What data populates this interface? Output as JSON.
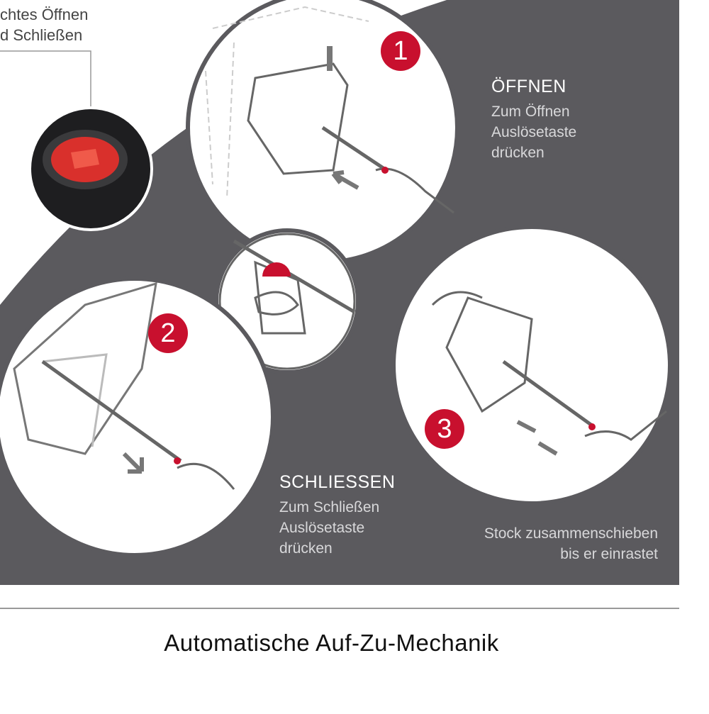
{
  "top_left_caption": {
    "line1": "chtes Öffnen",
    "line2": "d Schließen"
  },
  "steps": [
    {
      "number": "1",
      "heading": "ÖFFNEN",
      "lines": [
        "Zum Öffnen",
        "Auslösetaste",
        "drücken"
      ]
    },
    {
      "number": "2",
      "heading": "SCHLIESSEN",
      "lines": [
        "Zum Schließen",
        "Auslösetaste",
        "drücken"
      ]
    },
    {
      "number": "3",
      "lines": [
        "Stock zusammenschieben",
        "bis er einrastet"
      ]
    }
  ],
  "footer_title": "Automatische Auf-Zu-Mechanik",
  "colors": {
    "panel": "#5b5a5e",
    "accent": "#c8102e",
    "circle_fill": "#ffffff"
  }
}
